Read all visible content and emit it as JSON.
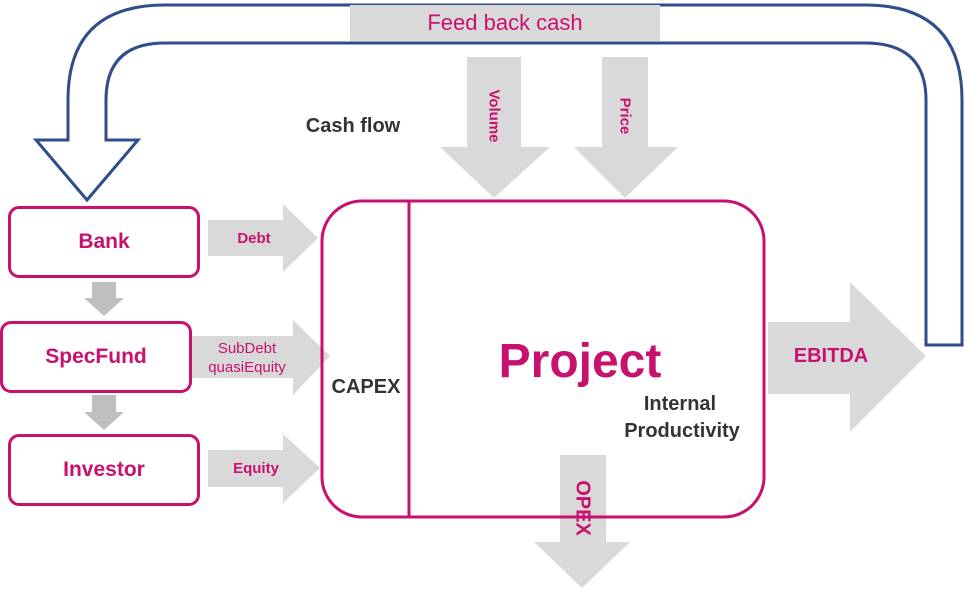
{
  "feedback": {
    "label": "Feed back cash"
  },
  "cash_flow": {
    "label": "Cash flow"
  },
  "inputs": {
    "volume": "Volume",
    "price": "Price"
  },
  "sources": {
    "bank": "Bank",
    "specfund": "SpecFund",
    "investor": "Investor"
  },
  "flows": {
    "debt": "Debt",
    "subdebt": "SubDebt",
    "quasiequity": "quasiEquity",
    "equity": "Equity"
  },
  "project": {
    "title": "Project",
    "capex": "CAPEX",
    "internal": "Internal",
    "productivity": "Productivity"
  },
  "outputs": {
    "opex": "OPEX",
    "ebitda": "EBITDA"
  },
  "colors": {
    "accent": "#c8106e",
    "loop": "#2e4d8a",
    "arrow_fill": "#d9d9d9",
    "text_dark": "#333333"
  }
}
